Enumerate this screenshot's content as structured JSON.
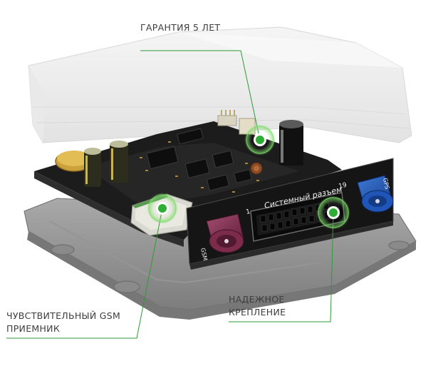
{
  "labels": {
    "warranty": "ГАРАНТИЯ 5 ЛЕТ",
    "gsm_line1": "ЧУВСТВИТЕЛЬНЫЙ GSM",
    "gsm_line2": "ПРИЕМНИК",
    "mount_line1": "НАДЕЖНОЕ",
    "mount_line2": "КРЕПЛЕНИЕ"
  },
  "device": {
    "connector_caption": "Системный разъем",
    "pin_number_left": "1",
    "pin_number_right": "19",
    "port_left": "GSM",
    "port_right": "GPS"
  },
  "colors": {
    "callout_line": "#2f9a3a",
    "callout_dot": "#2eae35",
    "label_text": "#3d3d3d"
  }
}
